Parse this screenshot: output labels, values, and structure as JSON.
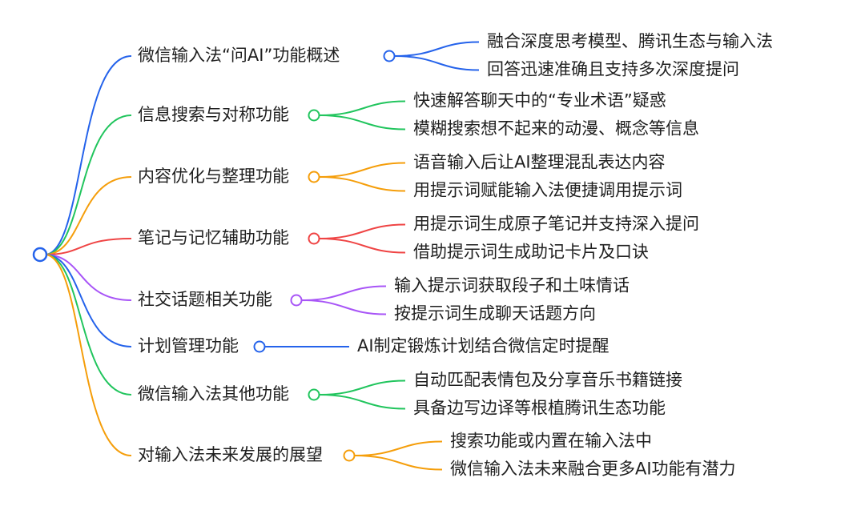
{
  "colors": {
    "blue": "#2563eb",
    "green": "#22c55e",
    "orange": "#f59e0b",
    "red": "#ef4444",
    "purple": "#a855f7"
  },
  "branches": [
    {
      "label": "微信输入法“问AI”功能概述",
      "color": "blue",
      "children": [
        "融合深度思考模型、腾讯生态与输入法",
        "回答迅速准确且支持多次深度提问"
      ]
    },
    {
      "label": "信息搜索与对称功能",
      "color": "green",
      "children": [
        "快速解答聊天中的“专业术语”疑惑",
        "模糊搜索想不起来的动漫、概念等信息"
      ]
    },
    {
      "label": "内容优化与整理功能",
      "color": "orange",
      "children": [
        "语音输入后让AI整理混乱表达内容",
        "用提示词赋能输入法便捷调用提示词"
      ]
    },
    {
      "label": "笔记与记忆辅助功能",
      "color": "red",
      "children": [
        "用提示词生成原子笔记并支持深入提问",
        "借助提示词生成助记卡片及口诀"
      ]
    },
    {
      "label": "社交话题相关功能",
      "color": "purple",
      "children": [
        "输入提示词获取段子和土味情话",
        "按提示词生成聊天话题方向"
      ]
    },
    {
      "label": "计划管理功能",
      "color": "blue",
      "children": [
        "AI制定锻炼计划结合微信定时提醒"
      ]
    },
    {
      "label": "微信输入法其他功能",
      "color": "green",
      "children": [
        "自动匹配表情包及分享音乐书籍链接",
        "具备边写边译等根植腾讯生态功能"
      ]
    },
    {
      "label": "对输入法未来发展的展望",
      "color": "orange",
      "children": [
        "搜索功能或内置在输入法中",
        "微信输入法未来融合更多AI功能有潜力"
      ]
    }
  ]
}
